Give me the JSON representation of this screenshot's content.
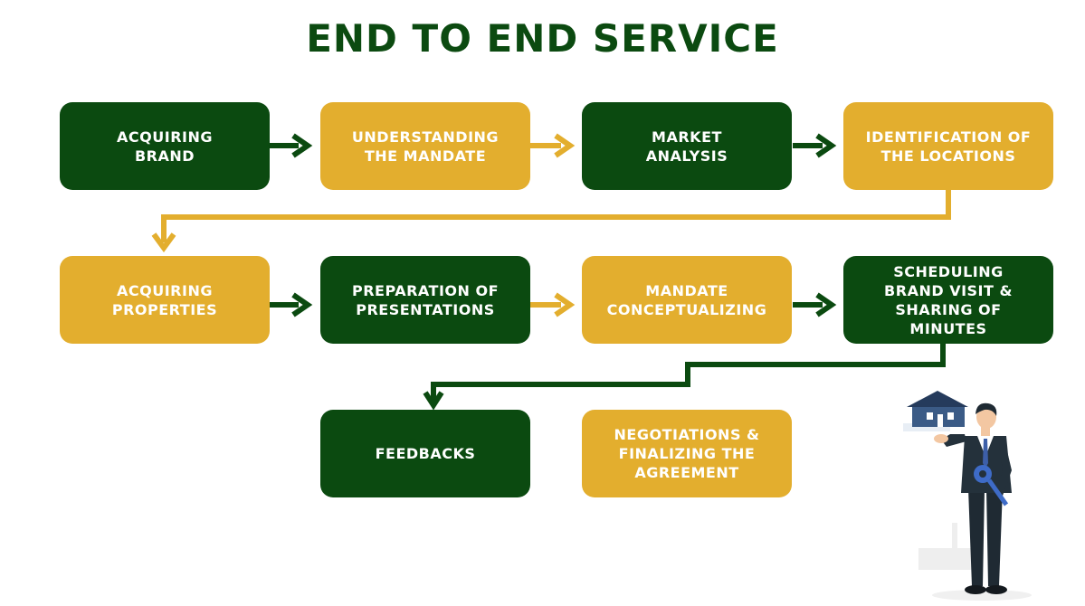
{
  "title": "END TO END SERVICE",
  "colors": {
    "green": "#0b4a10",
    "gold": "#e3ae2e"
  },
  "steps": [
    {
      "label": "ACQUIRING\nBRAND",
      "color": "green"
    },
    {
      "label": "UNDERSTANDING\nTHE MANDATE",
      "color": "gold"
    },
    {
      "label": "MARKET\nANALYSIS",
      "color": "green"
    },
    {
      "label": "IDENTIFICATION OF\nTHE LOCATIONS",
      "color": "gold"
    },
    {
      "label": "ACQUIRING\nPROPERTIES",
      "color": "gold"
    },
    {
      "label": "PREPARATION OF\nPRESENTATIONS",
      "color": "green"
    },
    {
      "label": "MANDATE\nCONCEPTUALIZING",
      "color": "gold"
    },
    {
      "label": "SCHEDULING\nBRAND VISIT &\nSHARING OF\nMINUTES",
      "color": "green"
    },
    {
      "label": "FEEDBACKS",
      "color": "green"
    },
    {
      "label": "NEGOTIATIONS &\nFINALIZING THE\nAGREEMENT",
      "color": "gold"
    }
  ]
}
